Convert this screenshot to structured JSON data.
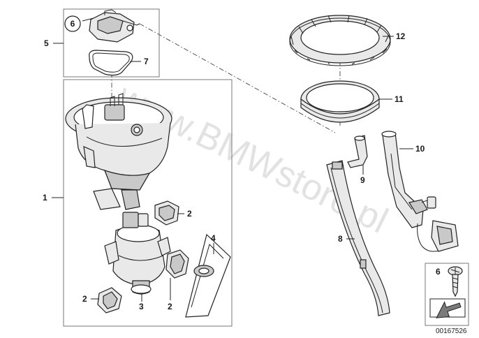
{
  "watermark": "www.BMWstore.pl",
  "callouts": {
    "c1": "1",
    "c2a": "2",
    "c2b": "2",
    "c2c": "2",
    "c3": "3",
    "c4": "4",
    "c5": "5",
    "c6": "6",
    "c7": "7",
    "c8": "8",
    "c9": "9",
    "c10": "10",
    "c11": "11",
    "c12": "12",
    "legend6": "6"
  },
  "diagram_number": "00167526"
}
